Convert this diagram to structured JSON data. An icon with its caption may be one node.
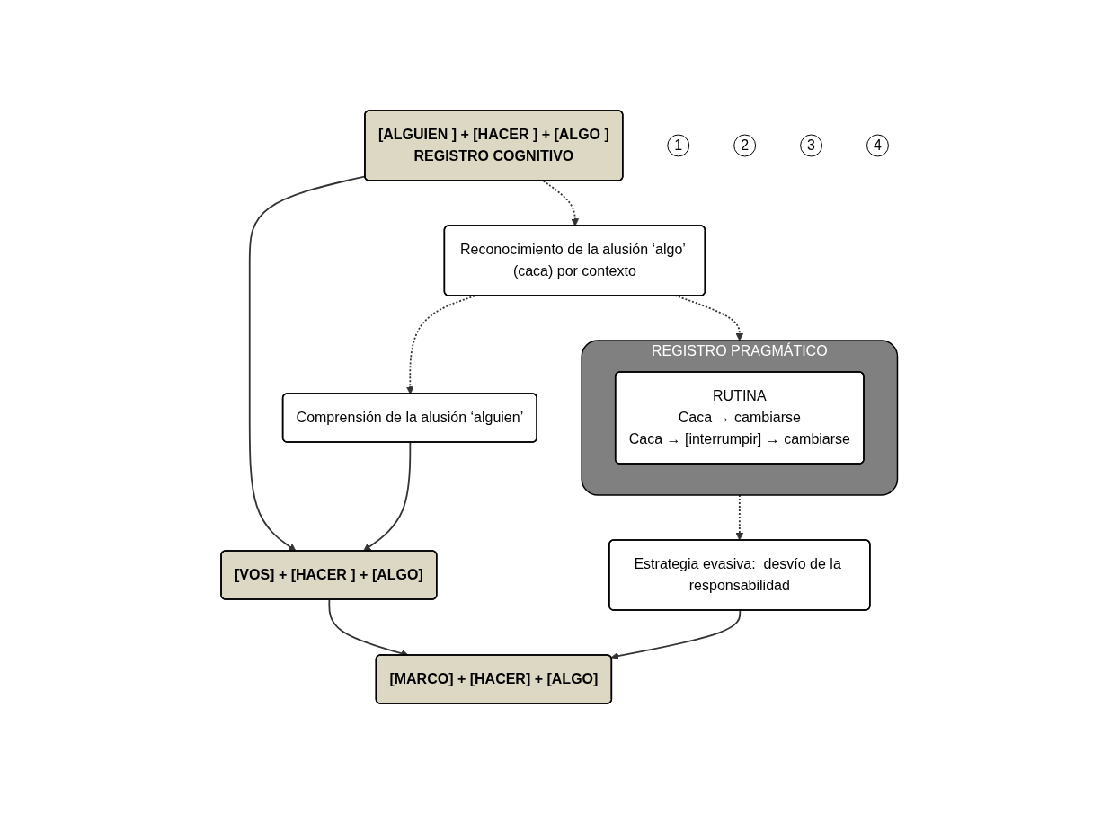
{
  "diagram": {
    "nodes": [
      {
        "text": [
          "[ALGUIEN ]   +   [HACER ]   +   [ALGO ]",
          "REGISTRO COGNITIVO"
        ]
      },
      {
        "text": [
          "1"
        ]
      },
      {
        "text": [
          "Reconocimiento de la alusión ‘algo’ (caca) por contexto"
        ]
      },
      {
        "text": [
          "2"
        ]
      },
      {
        "text": [
          "3"
        ]
      },
      {
        "text": [
          "REGISTRO PRAGMÁTICO"
        ]
      },
      {
        "text": [
          "RUTINA",
          "Caca → cambiarse",
          "Caca → [interrumpir] → cambiarse"
        ],
        "in": 5
      },
      {
        "text": [
          "Comprensión de la alusión ‘alguien’"
        ]
      },
      {
        "text": [
          "[VOS]   +   [HACER ]   +   [ALGO]"
        ]
      },
      {
        "text": [
          "Estrategia evasiva:  desvío de la responsabilidad"
        ]
      },
      {
        "text": [
          "4"
        ]
      },
      {
        "text": [
          "[MARCO]   +   [HACER]   +   [ALGO]"
        ]
      }
    ],
    "edges": [
      {
        "from": 0,
        "to": 8,
        "arrow": "to"
      },
      {
        "from": 0,
        "to": 2,
        "arrow": "to",
        "style": "dashed"
      },
      {
        "from": 2,
        "to": 5,
        "arrow": "to",
        "style": "dashed"
      },
      {
        "from": 2,
        "to": 7,
        "arrow": "to",
        "style": "dashed"
      },
      {
        "from": 7,
        "to": 8,
        "arrow": "to"
      },
      {
        "from": 8,
        "to": 11,
        "arrow": "to"
      },
      {
        "from": 5,
        "to": 9,
        "arrow": "to",
        "style": "dashed"
      },
      {
        "from": 9,
        "to": 11,
        "arrow": "to"
      }
    ]
  }
}
